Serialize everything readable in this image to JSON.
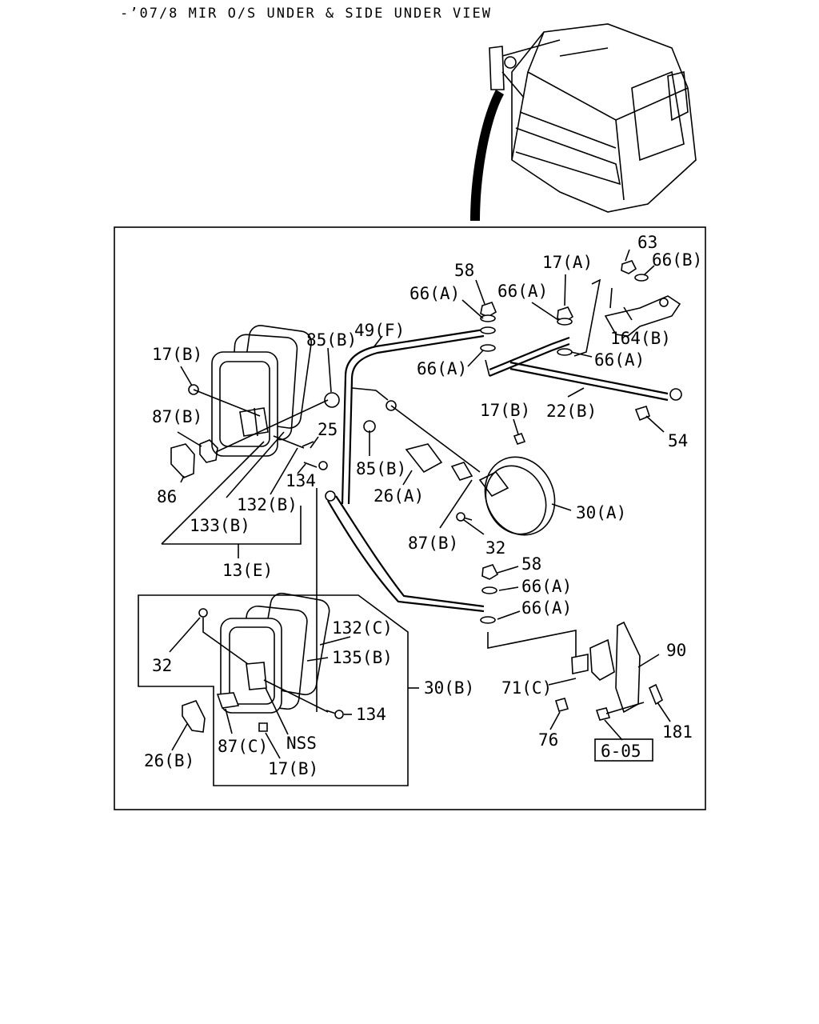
{
  "title": "-’07/8 MIR O/S UNDER & SIDE UNDER VIEW",
  "callouts": {
    "c63": "63",
    "c66B_top": "66(B)",
    "c58_top": "58",
    "c17A": "17(A)",
    "c66A_1": "66(A)",
    "c66A_2": "66(A)",
    "c49F": "49(F)",
    "c85B_1": "85(B)",
    "c17B_1": "17(B)",
    "c66A_3": "66(A)",
    "c66A_4": "66(A)",
    "c164B": "164(B)",
    "c22B": "22(B)",
    "c54": "54",
    "c87B_1": "87(B)",
    "c25": "25",
    "c17B_2": "17(B)",
    "c85B_2": "85(B)",
    "c26A": "26(A)",
    "c30A": "30(A)",
    "c134_1": "134",
    "c86": "86",
    "c132B": "132(B)",
    "c133B": "133(B)",
    "c87B_2": "87(B)",
    "c32_1": "32",
    "c13E": "13(E)",
    "c58_mid": "58",
    "c66A_5": "66(A)",
    "c66A_6": "66(A)",
    "c132C": "132(C)",
    "c32_2": "32",
    "c135B": "135(B)",
    "c90": "90",
    "c30B": "30(B)",
    "c71C": "71(C)",
    "c134_2": "134",
    "c76": "76",
    "c181": "181",
    "c87C": "87(C)",
    "cNSS": "NSS",
    "c26B": "26(B)",
    "c17B_3": "17(B)",
    "c605": "6-05"
  }
}
